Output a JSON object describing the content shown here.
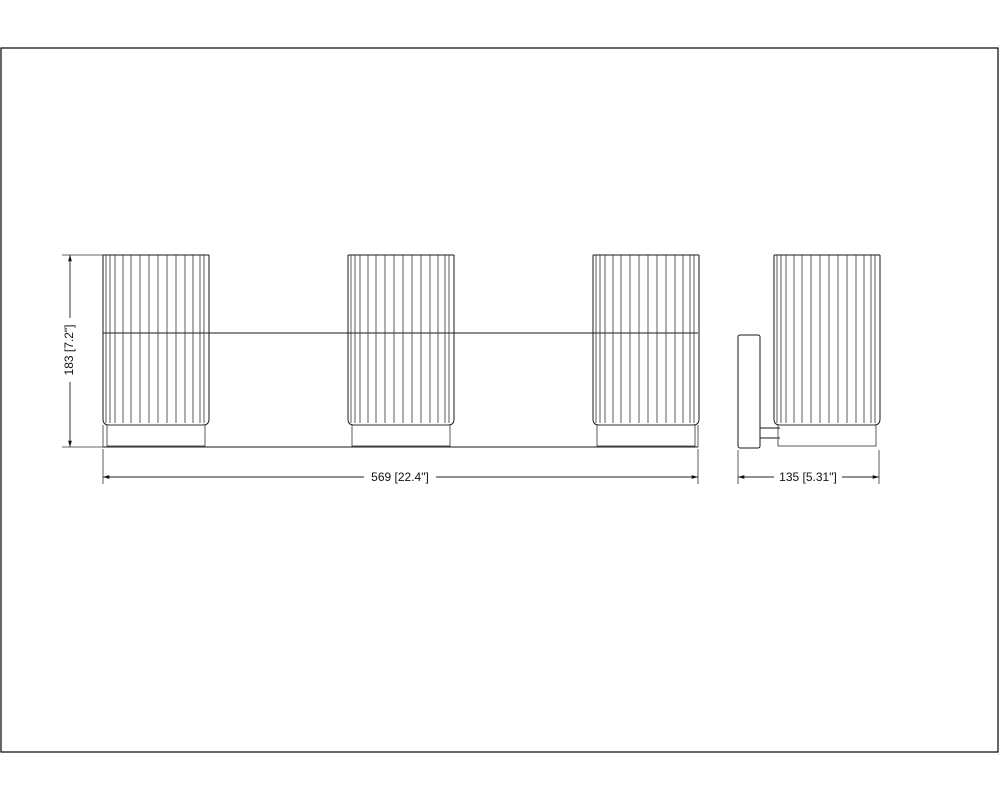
{
  "dimensions": {
    "height": "183 [7.2\"]",
    "width": "569 [22.4\"]",
    "depth": "135 [5.31\"]"
  },
  "views": {
    "front": {
      "shade_count": 3
    },
    "side": {
      "shade_count": 1
    }
  }
}
